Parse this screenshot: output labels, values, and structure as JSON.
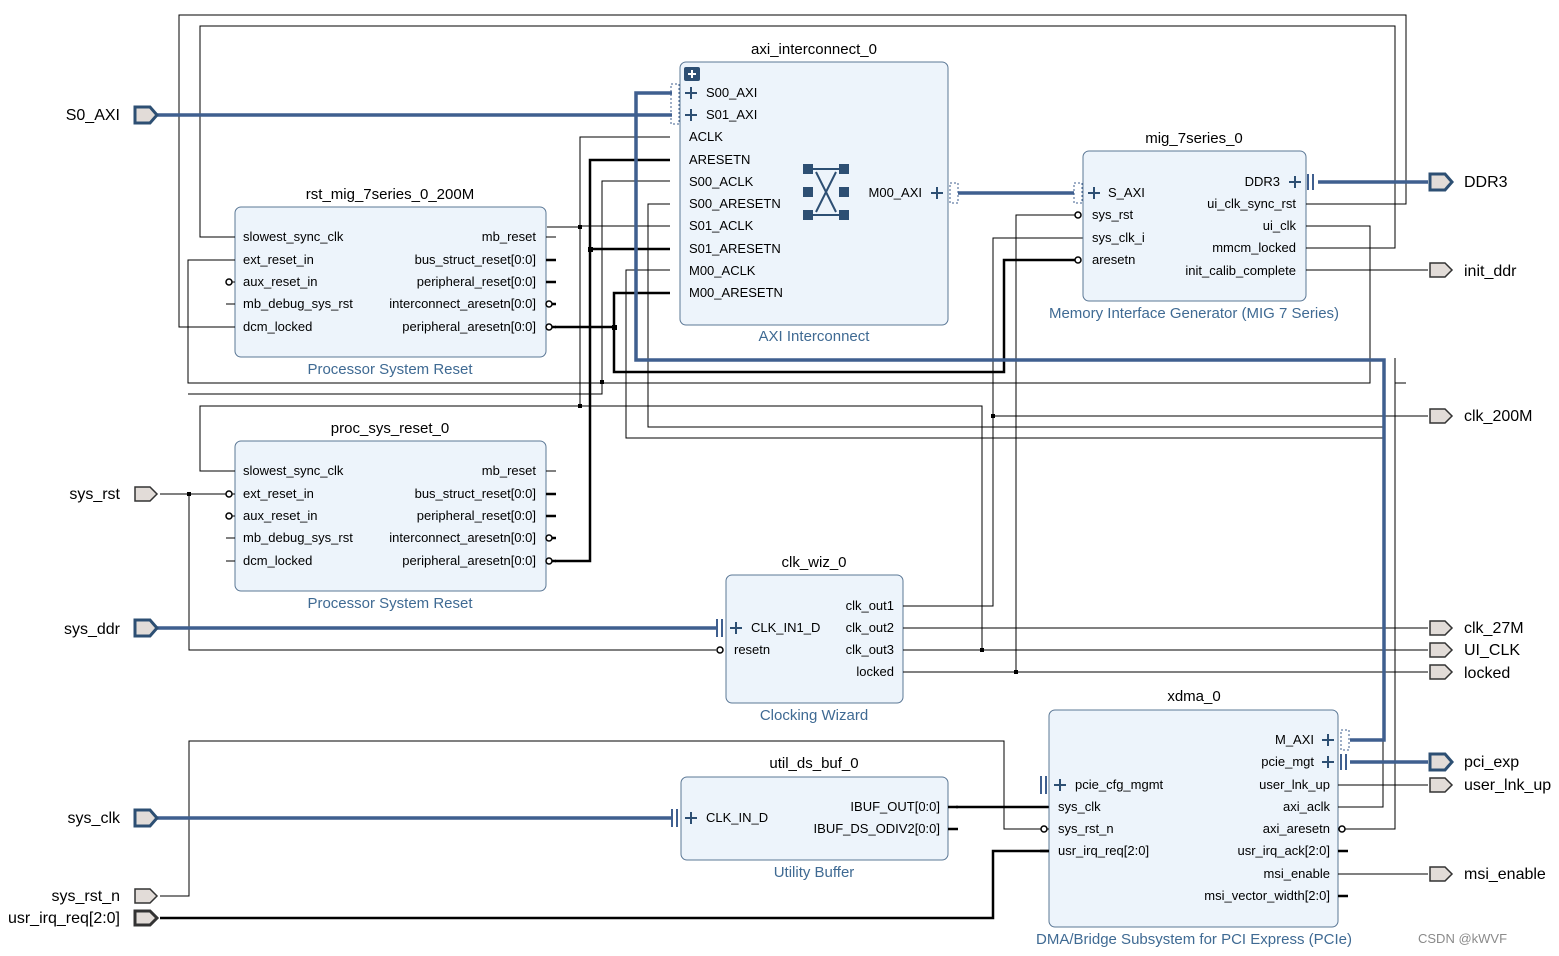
{
  "blocks": {
    "axi_interconnect": {
      "name": "axi_interconnect_0",
      "type": "AXI Interconnect",
      "pins_left": [
        "S00_AXI",
        "S01_AXI",
        "ACLK",
        "ARESETN",
        "S00_ACLK",
        "S00_ARESETN",
        "S01_ACLK",
        "S01_ARESETN",
        "M00_ACLK",
        "M00_ARESETN"
      ],
      "pins_right": [
        "M00_AXI"
      ]
    },
    "mig": {
      "name": "mig_7series_0",
      "type": "Memory Interface Generator (MIG 7 Series)",
      "pins_left": [
        "S_AXI",
        "sys_rst",
        "sys_clk_i",
        "aresetn"
      ],
      "pins_right": [
        "DDR3",
        "ui_clk_sync_rst",
        "ui_clk",
        "mmcm_locked",
        "init_calib_complete"
      ]
    },
    "rst_mig": {
      "name": "rst_mig_7series_0_200M",
      "type": "Processor System Reset",
      "pins_left": [
        "slowest_sync_clk",
        "ext_reset_in",
        "aux_reset_in",
        "mb_debug_sys_rst",
        "dcm_locked"
      ],
      "pins_right": [
        "mb_reset",
        "bus_struct_reset[0:0]",
        "peripheral_reset[0:0]",
        "interconnect_aresetn[0:0]",
        "peripheral_aresetn[0:0]"
      ]
    },
    "proc_rst": {
      "name": "proc_sys_reset_0",
      "type": "Processor System Reset",
      "pins_left": [
        "slowest_sync_clk",
        "ext_reset_in",
        "aux_reset_in",
        "mb_debug_sys_rst",
        "dcm_locked"
      ],
      "pins_right": [
        "mb_reset",
        "bus_struct_reset[0:0]",
        "peripheral_reset[0:0]",
        "interconnect_aresetn[0:0]",
        "peripheral_aresetn[0:0]"
      ]
    },
    "clk_wiz": {
      "name": "clk_wiz_0",
      "type": "Clocking Wizard",
      "pins_left": [
        "CLK_IN1_D",
        "resetn"
      ],
      "pins_right": [
        "clk_out1",
        "clk_out2",
        "clk_out3",
        "locked"
      ]
    },
    "util_ds_buf": {
      "name": "util_ds_buf_0",
      "type": "Utility Buffer",
      "pins_left": [
        "CLK_IN_D"
      ],
      "pins_right": [
        "IBUF_OUT[0:0]",
        "IBUF_DS_ODIV2[0:0]"
      ]
    },
    "xdma": {
      "name": "xdma_0",
      "type": "DMA/Bridge Subsystem for PCI Express (PCIe)",
      "pins_left": [
        "pcie_cfg_mgmt",
        "sys_clk",
        "sys_rst_n",
        "usr_irq_req[2:0]"
      ],
      "pins_right": [
        "M_AXI",
        "pcie_mgt",
        "user_lnk_up",
        "axi_aclk",
        "axi_aresetn",
        "usr_irq_ack[2:0]",
        "msi_enable",
        "msi_vector_width[2:0]"
      ]
    }
  },
  "ports_in": [
    "S0_AXI",
    "sys_rst",
    "sys_ddr",
    "sys_clk",
    "sys_rst_n",
    "usr_irq_req[2:0]"
  ],
  "ports_out": [
    "DDR3",
    "init_ddr",
    "clk_200M",
    "clk_27M",
    "UI_CLK",
    "locked",
    "pci_exp",
    "user_lnk_up",
    "msi_enable"
  ],
  "watermark": "CSDN @kWVF",
  "colors": {
    "bus": "#3f5f8f",
    "block_fill": "#edf4fb",
    "block_stroke": "#5b7896",
    "subtitle": "#3f6a93"
  }
}
